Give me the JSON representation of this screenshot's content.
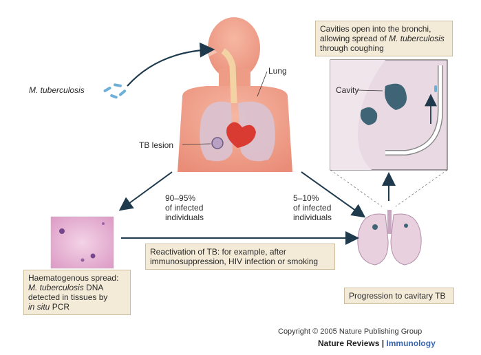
{
  "labels": {
    "mtb_italic": "M. tuberculosis",
    "lung": "Lung",
    "tb_lesion": "TB lesion",
    "cavity": "Cavity",
    "pct_left": "90–95%",
    "pct_left_2": "of infected",
    "pct_left_3": "individuals",
    "pct_right": "5–10%",
    "pct_right_2": "of infected",
    "pct_right_3": "individuals"
  },
  "boxes": {
    "cavities_line1": "Cavities open into the bronchi,",
    "cavities_line2": "allowing spread of",
    "cavities_line2_italic": "M. tuberculosis",
    "cavities_line3": "through coughing",
    "reactivation_line1": "Reactivation of TB: for example, after",
    "reactivation_line2": "immunosuppression, HIV infection or smoking",
    "haem_line1": "Haematogenous spread:",
    "haem_line2_italic": "M. tuberculosis",
    "haem_line2": " DNA",
    "haem_line3": "detected in tissues by",
    "haem_line4_italic": "in situ",
    "haem_line4": " PCR",
    "progression": "Progression to cavitary TB"
  },
  "footer": {
    "copyright": "Copyright © 2005 Nature Publishing Group",
    "journal": "Nature Reviews",
    "separator": " | ",
    "section": "Immunology"
  },
  "colors": {
    "skin": "#f0a48f",
    "skin_light": "#f6c3b1",
    "lung_fill": "#d9c3d2",
    "heart": "#d93b32",
    "airway": "#f3d3a3",
    "cavity_bg": "#e8d9e3",
    "cavity_dark": "#3e6475",
    "box_bg": "#f3ead7",
    "arrow": "#1f3a4d",
    "bacteria": "#6fb0d8",
    "tissue": "#e8b7d6",
    "immunology_blue": "#3a67b0"
  }
}
